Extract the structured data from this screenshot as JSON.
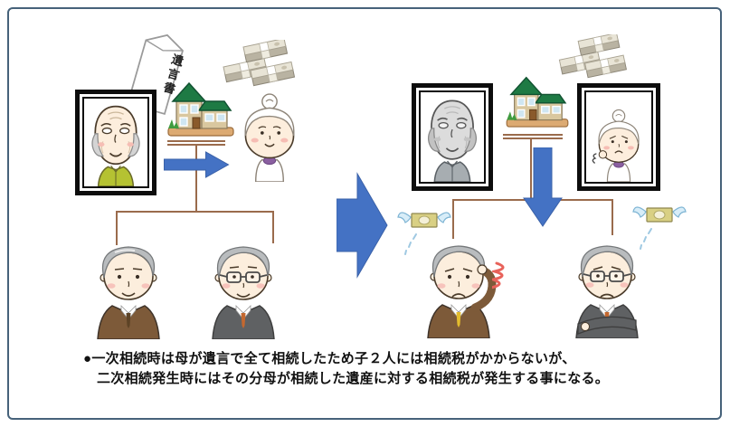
{
  "caption": {
    "line1": "●一次相続時は母が遺言で全て相続したため子２人には相続税がかからないが、",
    "line2": "二次相続発生時にはその分母が相続した遺産に対する相続税が発生する事になる。"
  },
  "will": {
    "label": "遺言書"
  },
  "colors": {
    "border_slate": "#46627A",
    "arrow_blue": "#4472C4",
    "tree_brown": "#9A6B4C",
    "frame_black": "#0D0D0D",
    "roof_green": "#1E7A44",
    "distress_red": "#E8625A",
    "wing_blue": "#7FB5D4",
    "suit_brown": "#7D5A39",
    "suit_gray": "#5F6163",
    "shirt_green": "#B5C232"
  },
  "icons": {
    "will-document-icon": "tilted-envelope-vertical-label",
    "memorial-photo-frame": "black-photo-frame-white-mat",
    "father-portrait-icon": "elderly-man-smiling-color",
    "father-portrait-grayscale-icon": "elderly-man-grayscale-deceased",
    "mother-icon": "elderly-woman-smiling",
    "mother-portrait-worried-icon": "elderly-woman-worried-framed",
    "house-icon": "two-story-house-green-roof",
    "money-stacks-icon": "three-banknote-bundles",
    "flying-money-icon": "winged-banknote-flying-away",
    "inheritance-arrow-right-icon": "blue-block-arrow-right",
    "inheritance-arrow-down-icon": "blue-block-arrow-down",
    "transition-arrow-icon": "large-blue-block-arrow-right",
    "son-elder-icon": "middle-aged-man-brown-suit",
    "son-younger-icon": "middle-aged-man-glasses-gray-suit",
    "distress-squiggle-icon": "red-scribble",
    "family-tree-lines": "brown-kinship-lines"
  }
}
